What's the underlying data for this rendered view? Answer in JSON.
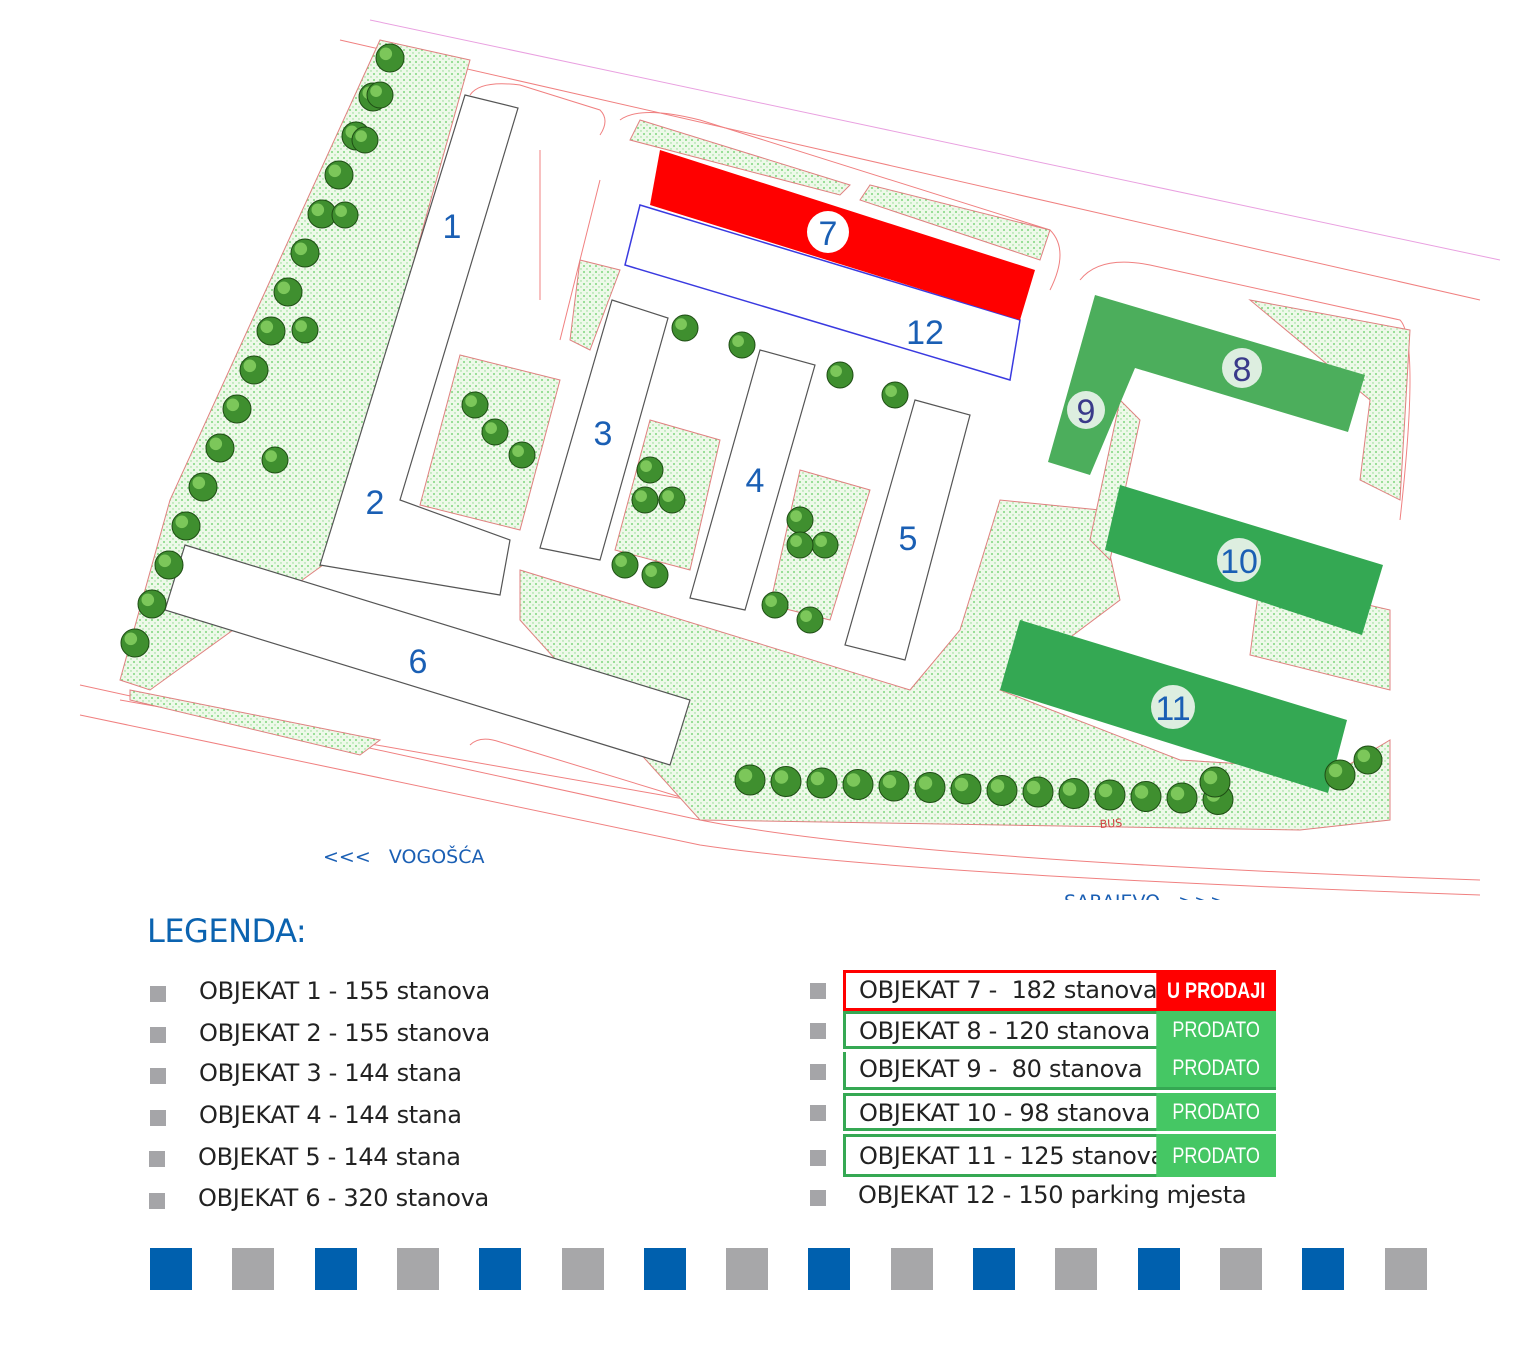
{
  "map": {
    "building_labels": [
      "1",
      "2",
      "3",
      "4",
      "5",
      "6",
      "7",
      "8",
      "9",
      "10",
      "11",
      "12"
    ],
    "direction_left": "<<<   VOGOŠĆA",
    "direction_right": "SARAJEVO   >>>",
    "road_marking": "BUS"
  },
  "legend": {
    "title": "LEGENDA:",
    "left_items": [
      {
        "label": "OBJEKAT 1 - 155 stanova"
      },
      {
        "label": "OBJEKAT 2 - 155 stanova"
      },
      {
        "label": "OBJEKAT 3 - 144 stana"
      },
      {
        "label": "OBJEKAT 4 - 144 stana"
      },
      {
        "label": "OBJEKAT 5 - 144 stana"
      },
      {
        "label": "OBJEKAT 6 - 320 stanova"
      }
    ],
    "right_items": [
      {
        "label": "OBJEKAT 7 -  182 stanova",
        "status": "U PRODAJI",
        "status_color": "#ff0000"
      },
      {
        "label": "OBJEKAT 8 - 120 stanova",
        "status": "PRODATO",
        "status_color": "#45c764"
      },
      {
        "label": "OBJEKAT 9 -  80 stanova",
        "status": "PRODATO",
        "status_color": "#45c764"
      },
      {
        "label": "OBJEKAT 10 - 98 stanova",
        "status": "PRODATO",
        "status_color": "#45c764"
      },
      {
        "label": "OBJEKAT 11 - 125 stanova",
        "status": "PRODATO",
        "status_color": "#45c764"
      },
      {
        "label": "OBJEKAT 12 - 150 parking mjesta"
      }
    ]
  },
  "colors": {
    "blue": "#0060ae",
    "gray": "#a7a7a9",
    "in_sale": "#ff0000",
    "sold": "#35a853"
  }
}
